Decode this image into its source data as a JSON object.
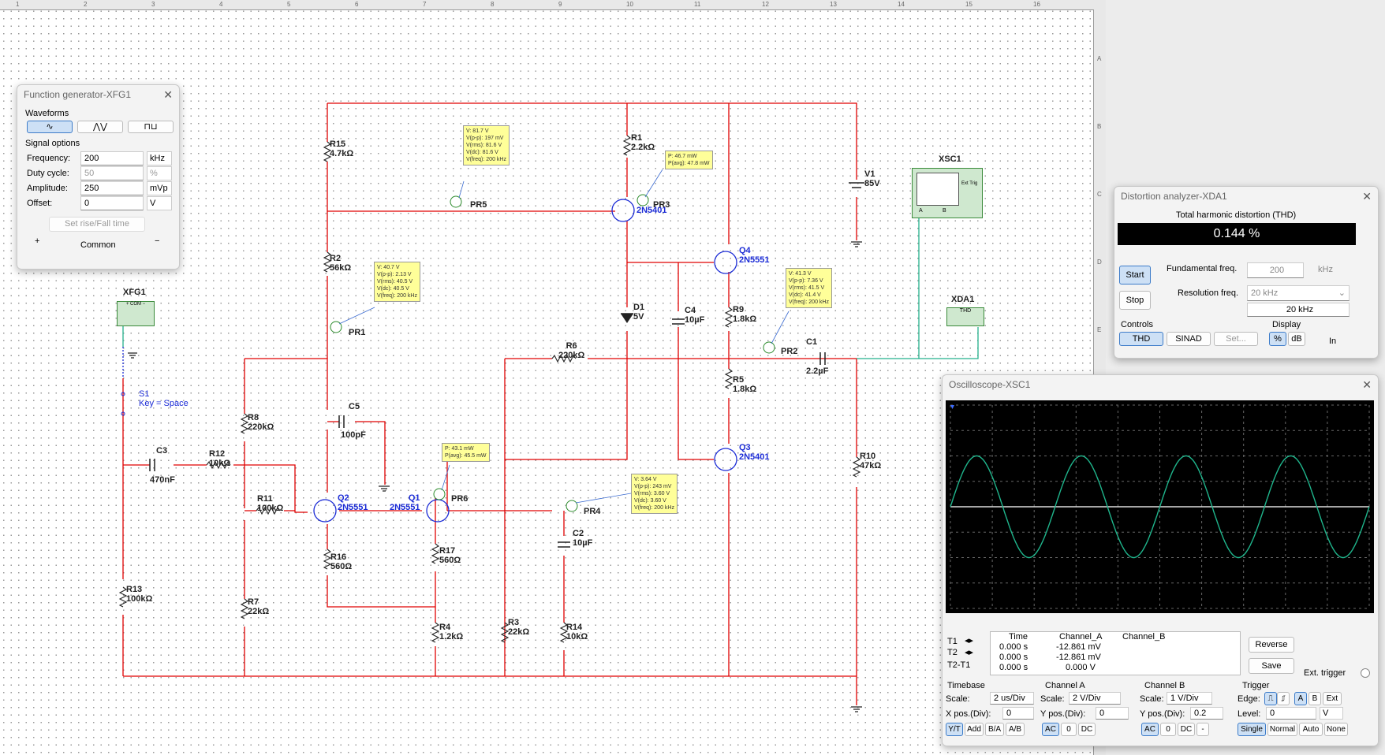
{
  "colors": {
    "wire_red": "#e00000",
    "wire_teal": "#23b08c",
    "component_blue": "#1b2bd6",
    "probe_yellow": "#ffff99",
    "scope_trace": "#1fb58c"
  },
  "ruler": {
    "cols": [
      "1",
      "2",
      "3",
      "4",
      "5",
      "6",
      "7",
      "8",
      "9",
      "10",
      "11",
      "12",
      "13",
      "14",
      "15",
      "16"
    ],
    "rows": [
      "A",
      "B",
      "C",
      "D",
      "E"
    ]
  },
  "components": {
    "R15": {
      "name": "R15",
      "value": "4.7kΩ"
    },
    "R1": {
      "name": "R1",
      "value": "2.2kΩ"
    },
    "R2": {
      "name": "R2",
      "value": "56kΩ"
    },
    "R6": {
      "name": "R6",
      "value": "220kΩ"
    },
    "R9": {
      "name": "R9",
      "value": "1.8kΩ"
    },
    "R5": {
      "name": "R5",
      "value": "1.8kΩ"
    },
    "R8": {
      "name": "R8",
      "value": "220kΩ"
    },
    "R12": {
      "name": "R12",
      "value": "10kΩ"
    },
    "R11": {
      "name": "R11",
      "value": "100kΩ"
    },
    "R16": {
      "name": "R16",
      "value": "560Ω"
    },
    "R17": {
      "name": "R17",
      "value": "560Ω"
    },
    "R13": {
      "name": "R13",
      "value": "100kΩ"
    },
    "R7": {
      "name": "R7",
      "value": "22kΩ"
    },
    "R4": {
      "name": "R4",
      "value": "1.2kΩ"
    },
    "R3": {
      "name": "R3",
      "value": "22kΩ"
    },
    "R14": {
      "name": "R14",
      "value": "10kΩ"
    },
    "R10": {
      "name": "R10",
      "value": "47kΩ"
    },
    "C1": {
      "name": "C1",
      "value": "2.2µF"
    },
    "C2": {
      "name": "C2",
      "value": "10µF"
    },
    "C3": {
      "name": "C3",
      "value": "470nF"
    },
    "C4": {
      "name": "C4",
      "value": "10µF"
    },
    "C5": {
      "name": "C5",
      "value": "100pF"
    },
    "D1": {
      "name": "D1",
      "value": "5V"
    },
    "V1": {
      "name": "V1",
      "value": "85V"
    },
    "Q1": {
      "name": "Q1",
      "value": "2N5551"
    },
    "Q2": {
      "name": "Q2",
      "value": "2N5551"
    },
    "Q3": {
      "name": "Q3",
      "value": "2N5401"
    },
    "Q4": {
      "name": "Q4",
      "value": "2N5551"
    },
    "Q5": {
      "name": "",
      "value": "2N5401"
    },
    "S1": {
      "name": "S1",
      "key": "Key = Space"
    },
    "XFG1": "XFG1",
    "XSC1": "XSC1",
    "XDA1": "XDA1",
    "PR1": "PR1",
    "PR2": "PR2",
    "PR3": "PR3",
    "PR4": "PR4",
    "PR5": "PR5",
    "PR6": "PR6"
  },
  "probes": {
    "PR5": [
      "V: 81.7 V",
      "V(p-p): 197 mV",
      "V(rms): 81.6 V",
      "V(dc): 81.6 V",
      "V(freq): 200 kHz"
    ],
    "PR3": [
      "P: 46.7 mW",
      "P(avg): 47.8 mW"
    ],
    "PR1": [
      "V: 40.7 V",
      "V(p-p): 2.13 V",
      "V(rms): 40.5 V",
      "V(dc): 40.5 V",
      "V(freq): 200 kHz"
    ],
    "PR2": [
      "V: 41.3 V",
      "V(p-p): 7.36 V",
      "V(rms): 41.5 V",
      "V(dc): 41.4 V",
      "V(freq): 200 kHz"
    ],
    "PR6": [
      "P: 43.1 mW",
      "P(avg): 45.5 mW"
    ],
    "PR4": [
      "V: 3.64 V",
      "V(p-p): 243 mV",
      "V(rms): 3.60 V",
      "V(dc): 3.60 V",
      "V(freq): 200 kHz"
    ]
  },
  "xfg1_symbol": {
    "plus": "+",
    "com": "COM",
    "minus": "−"
  },
  "xda1_symbol": "THD",
  "xsc1_symbol": {
    "ext": "Ext Trig",
    "a": "A",
    "b": "B"
  },
  "function_generator": {
    "title": "Function generator-XFG1",
    "close": "✕",
    "waveforms_label": "Waveforms",
    "signal_options_label": "Signal options",
    "frequency": {
      "label": "Frequency:",
      "value": "200",
      "unit": "kHz"
    },
    "duty_cycle": {
      "label": "Duty cycle:",
      "value": "50",
      "unit": "%"
    },
    "amplitude": {
      "label": "Amplitude:",
      "value": "250",
      "unit": "mVp"
    },
    "offset": {
      "label": "Offset:",
      "value": "0",
      "unit": "V"
    },
    "rise_fall_button": "Set rise/Fall time",
    "plus": "+",
    "common": "Common",
    "minus": "−"
  },
  "distortion_analyzer": {
    "title": "Distortion analyzer-XDA1",
    "close": "✕",
    "thd_label": "Total harmonic distortion (THD)",
    "thd_value": "0.144 %",
    "start": "Start",
    "stop": "Stop",
    "fund_label": "Fundamental freq.",
    "fund_value": "200",
    "fund_unit": "kHz",
    "res_label": "Resolution freq.",
    "res_value": "20 kHz",
    "res_display": "20 kHz",
    "controls_label": "Controls",
    "thd_btn": "THD",
    "sinad_btn": "SINAD",
    "set_btn": "Set...",
    "display_label": "Display",
    "pct_btn": "%",
    "db_btn": "dB",
    "in_label": "In"
  },
  "oscilloscope": {
    "title": "Oscilloscope-XSC1",
    "close": "✕",
    "headers": {
      "time": "Time",
      "a": "Channel_A",
      "b": "Channel_B"
    },
    "rows": [
      {
        "label": "T1",
        "time": "0.000 s",
        "a": "-12.861 mV",
        "b": ""
      },
      {
        "label": "T2",
        "time": "0.000 s",
        "a": "-12.861 mV",
        "b": ""
      },
      {
        "label": "T2-T1",
        "time": "0.000 s",
        "a": "0.000 V",
        "b": ""
      }
    ],
    "reverse": "Reverse",
    "save": "Save",
    "ext_trigger": "Ext. trigger",
    "timebase": {
      "label": "Timebase",
      "scale_label": "Scale:",
      "scale": "2 us/Div",
      "xpos_label": "X pos.(Div):",
      "xpos": "0",
      "yt": "Y/T",
      "add": "Add",
      "ba": "B/A",
      "ab": "A/B"
    },
    "channel_a": {
      "label": "Channel A",
      "scale_label": "Scale:",
      "scale": "2  V/Div",
      "ypos_label": "Y pos.(Div):",
      "ypos": "0",
      "ac": "AC",
      "zero": "0",
      "dc": "DC"
    },
    "channel_b": {
      "label": "Channel B",
      "scale_label": "Scale:",
      "scale": "1  V/Div",
      "ypos_label": "Y pos.(Div):",
      "ypos": "0.2",
      "ac": "AC",
      "zero": "0",
      "dc": "DC",
      "minus": "-"
    },
    "trigger": {
      "label": "Trigger",
      "edge_label": "Edge:",
      "a": "A",
      "b": "B",
      "ext": "Ext",
      "level_label": "Level:",
      "level": "0",
      "level_unit": "V",
      "single": "Single",
      "normal": "Normal",
      "auto": "Auto",
      "none": "None"
    },
    "waveform": {
      "cycles": 4.0,
      "amplitude_div": 2.0,
      "phase_deg": 0
    }
  }
}
